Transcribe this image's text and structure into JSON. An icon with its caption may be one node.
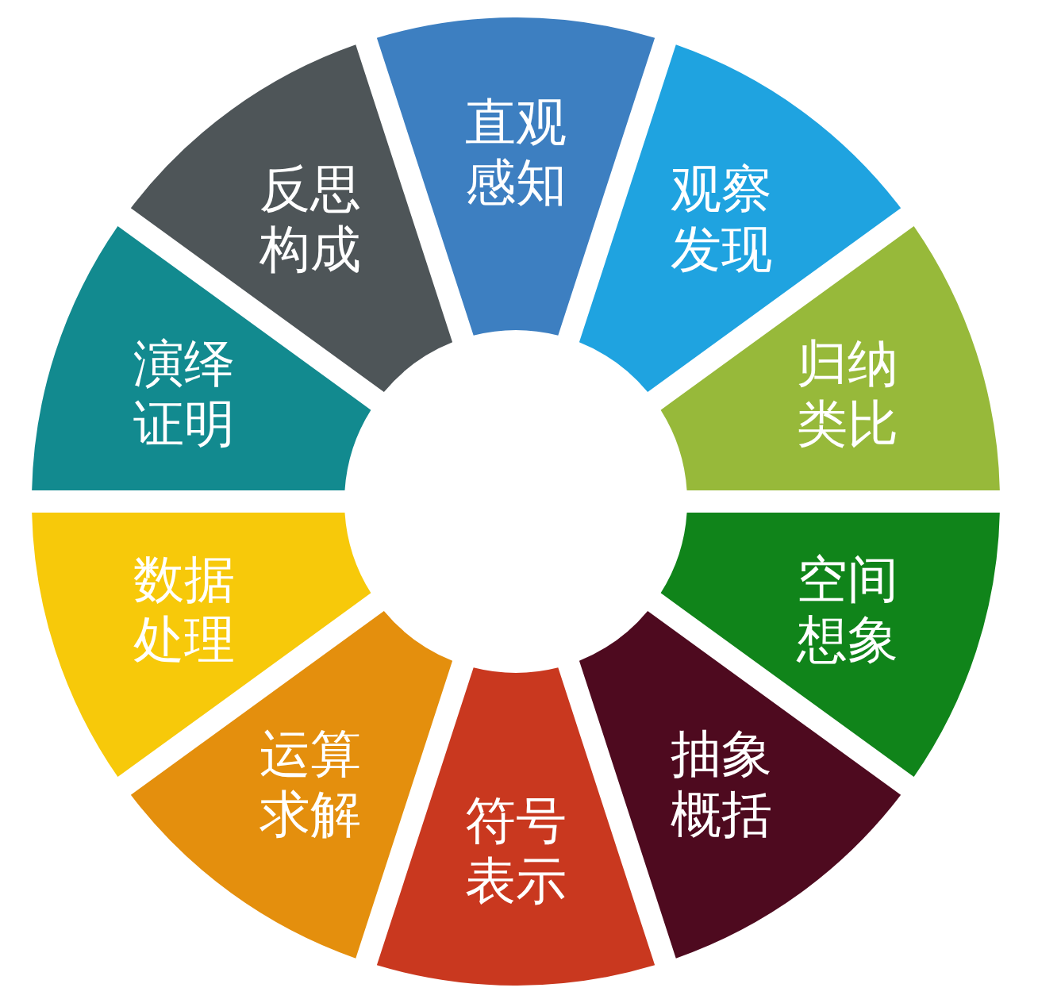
{
  "diagram": {
    "nodes": [
      {
        "text": [
          "直观感知"
        ]
      },
      {
        "text": [
          "观察发现"
        ]
      },
      {
        "text": [
          "归纳类比"
        ]
      },
      {
        "text": [
          "空间想象"
        ]
      },
      {
        "text": [
          "抽象概括"
        ]
      },
      {
        "text": [
          "符号表示"
        ]
      },
      {
        "text": [
          "运算求解"
        ]
      },
      {
        "text": [
          "数据处理"
        ]
      },
      {
        "text": [
          "演绎证明"
        ]
      },
      {
        "text": [
          "反思构成"
        ]
      }
    ]
  }
}
